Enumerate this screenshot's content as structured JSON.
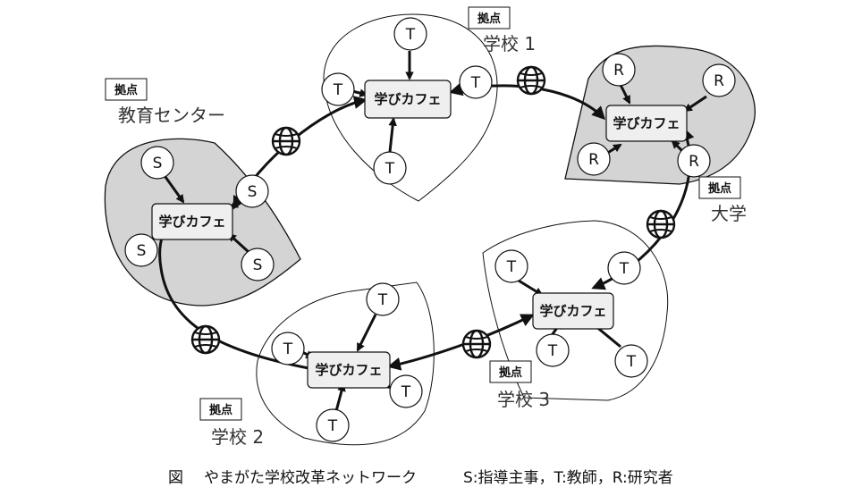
{
  "kyoten_label": "拠点",
  "cafe_label": "学びカフェ",
  "sites": {
    "education_center": {
      "name": "教育センター",
      "node_letter": "S"
    },
    "school1": {
      "name": "学校 1",
      "node_letter": "T"
    },
    "university": {
      "name": "大学",
      "node_letter": "R"
    },
    "school2": {
      "name": "学校 2",
      "node_letter": "T"
    },
    "school3": {
      "name": "学校 3",
      "node_letter": "T"
    }
  },
  "caption": {
    "figure_label": "図",
    "title": "やまがた学校改革ネットワーク",
    "legend": "S:指導主事，T:教師，R:研究者"
  },
  "colors": {
    "shaded_region": "#d4d4d4",
    "cafe_fill": "#efefef",
    "stroke": "#111111"
  },
  "icons": [
    "globe-icon"
  ]
}
